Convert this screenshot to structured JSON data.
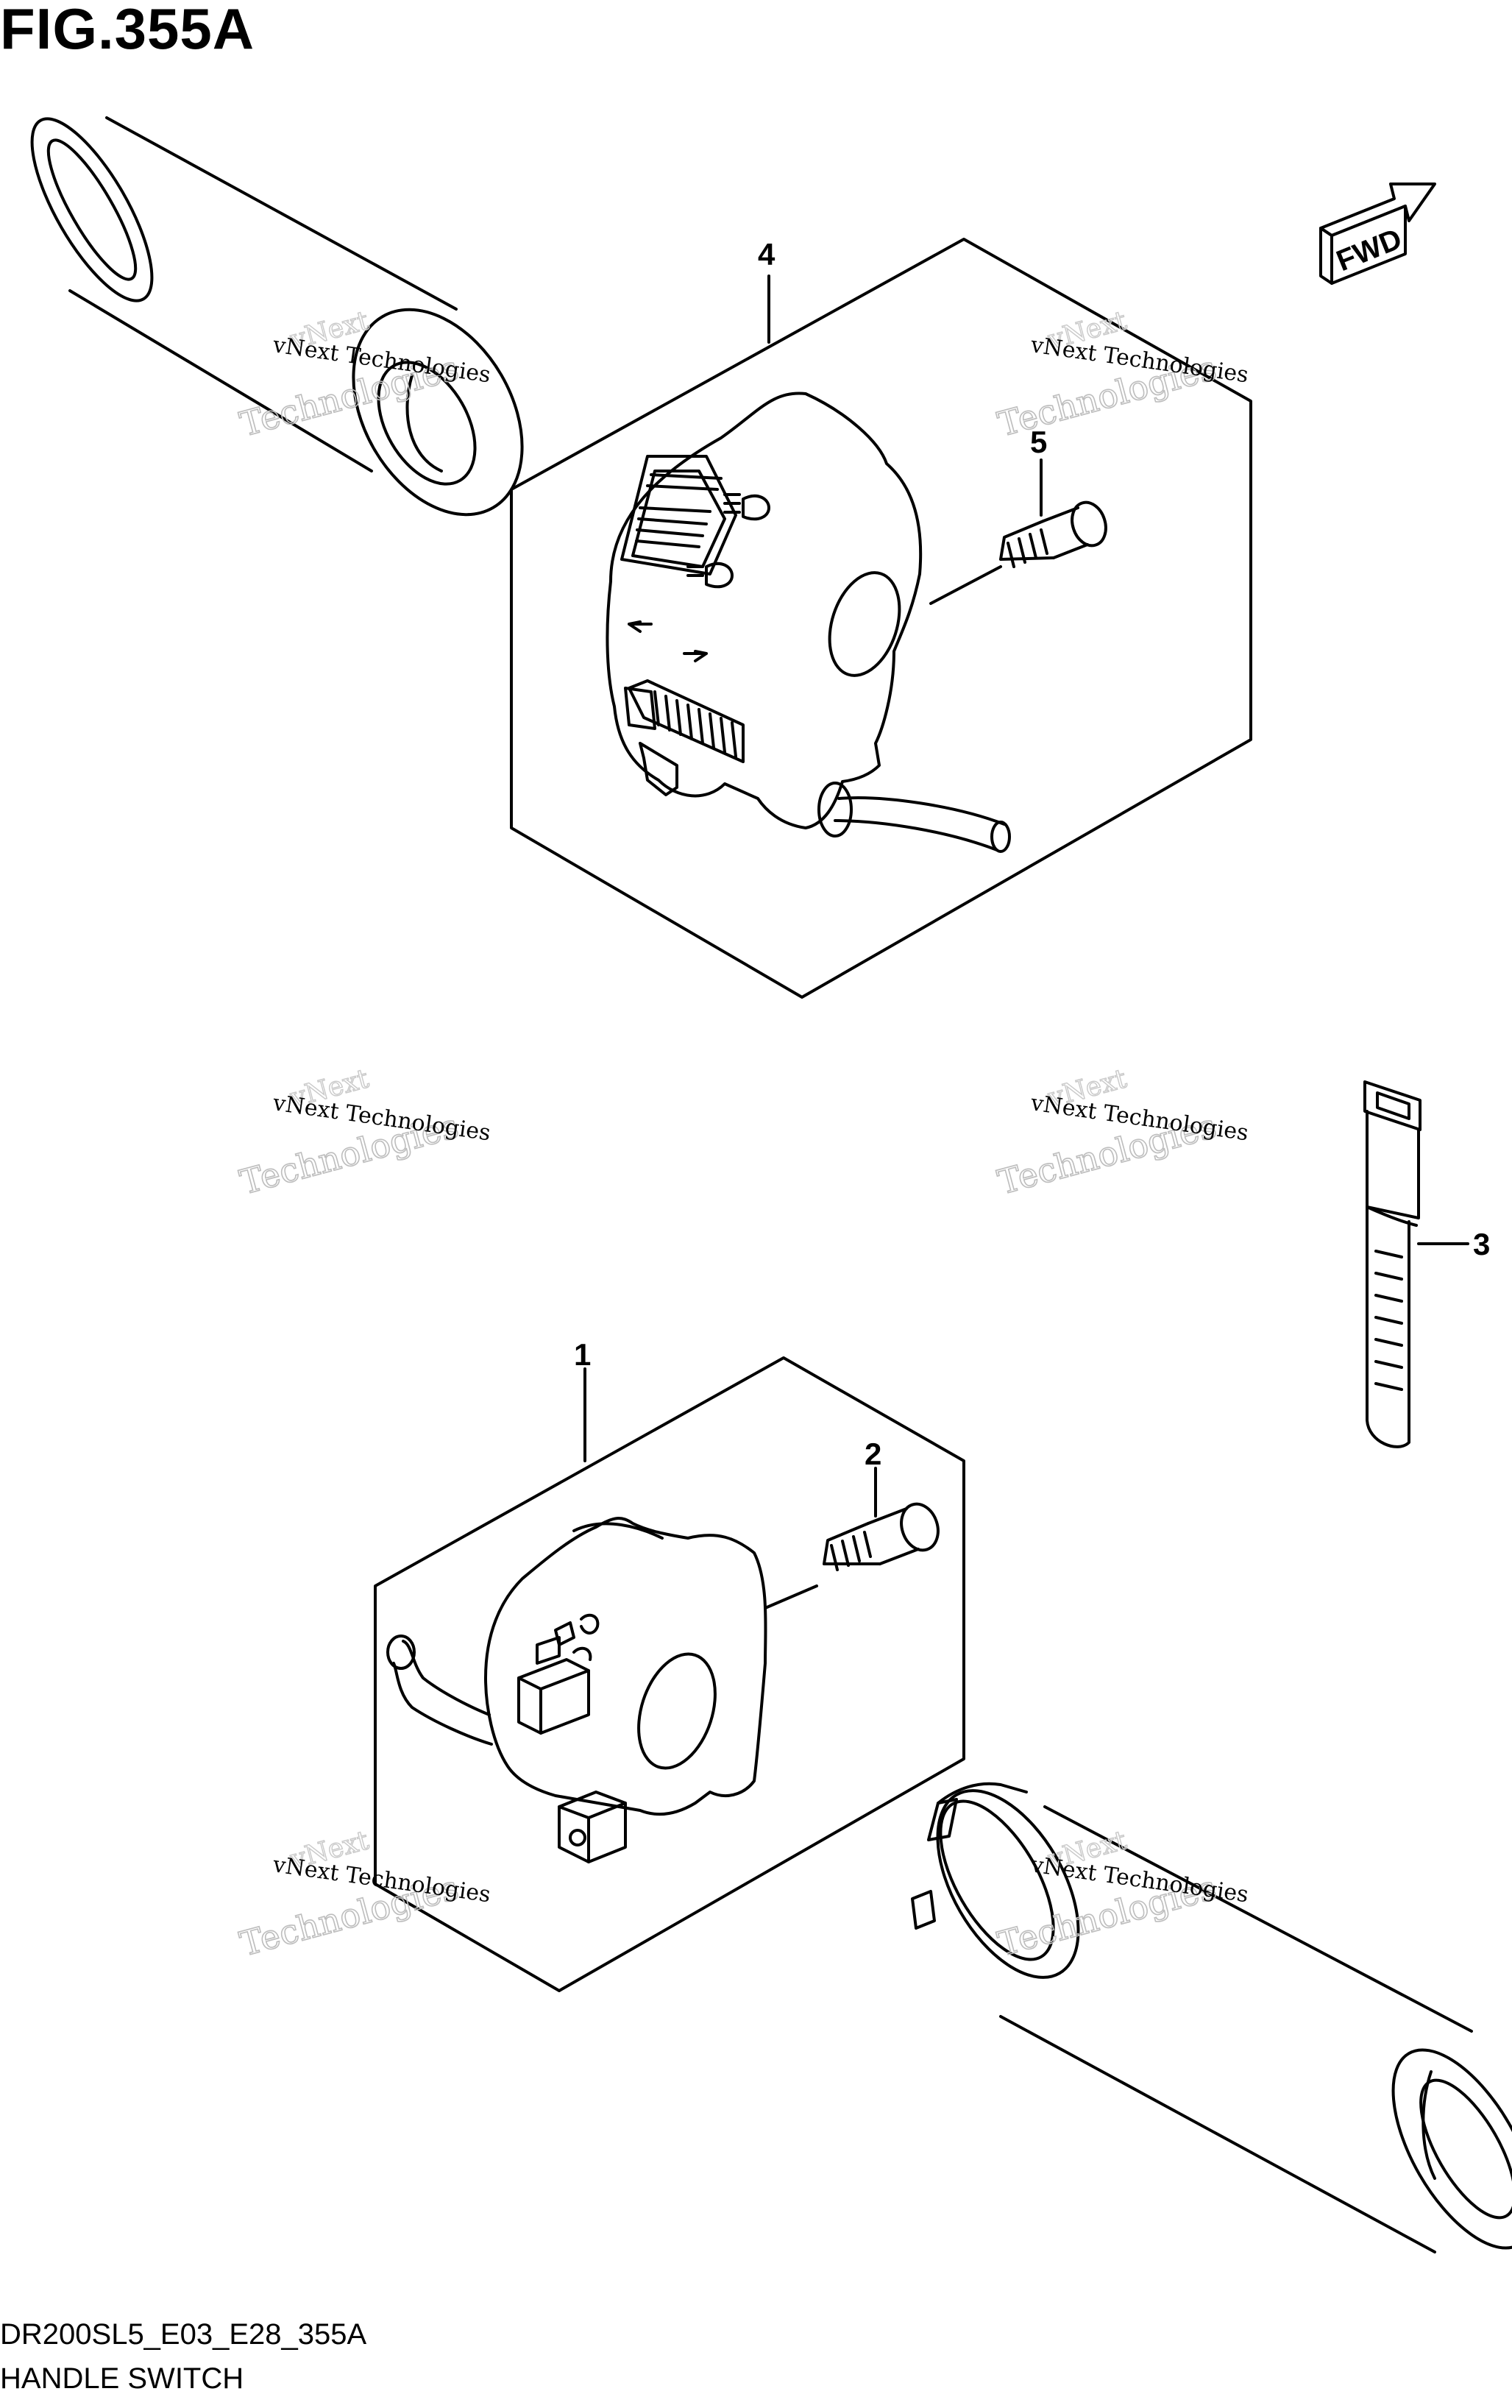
{
  "figure": {
    "title": "FIG.355A",
    "model_code": "DR200SL5_E03_E28_355A",
    "section_name": "HANDLE SWITCH"
  },
  "callouts": [
    {
      "number": "1"
    },
    {
      "number": "2"
    },
    {
      "number": "3"
    },
    {
      "number": "4"
    },
    {
      "number": "5"
    }
  ],
  "direction_indicator": {
    "label": "FWD"
  },
  "watermark": {
    "line1": "vNext Technologies",
    "line2": "vNext",
    "line3": "Technologies"
  }
}
